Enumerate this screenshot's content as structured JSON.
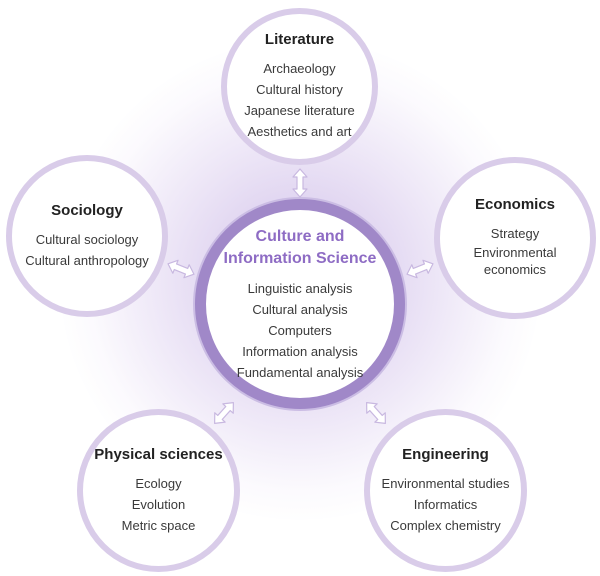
{
  "center": {
    "title_line1": "Culture and",
    "title_line2": "Information Science",
    "items": [
      "Linguistic analysis",
      "Cultural analysis",
      "Computers",
      "Information analysis",
      "Fundamental analysis"
    ]
  },
  "literature": {
    "title": "Literature",
    "items": [
      "Archaeology",
      "Cultural history",
      "Japanese literature",
      "Aesthetics and art"
    ]
  },
  "sociology": {
    "title": "Sociology",
    "items": [
      "Cultural sociology",
      "Cultural anthropology"
    ]
  },
  "economics": {
    "title": "Economics",
    "items": [
      "Strategy",
      "Environmental economics"
    ]
  },
  "physical": {
    "title": "Physical sciences",
    "items": [
      "Ecology",
      "Evolution",
      "Metric space"
    ]
  },
  "engineering": {
    "title": "Engineering",
    "items": [
      "Environmental studies",
      "Informatics",
      "Complex chemistry"
    ]
  },
  "colors": {
    "accent": "#8e6cc4",
    "ring": "#a088c8",
    "outer_ring": "#d9cce9"
  }
}
